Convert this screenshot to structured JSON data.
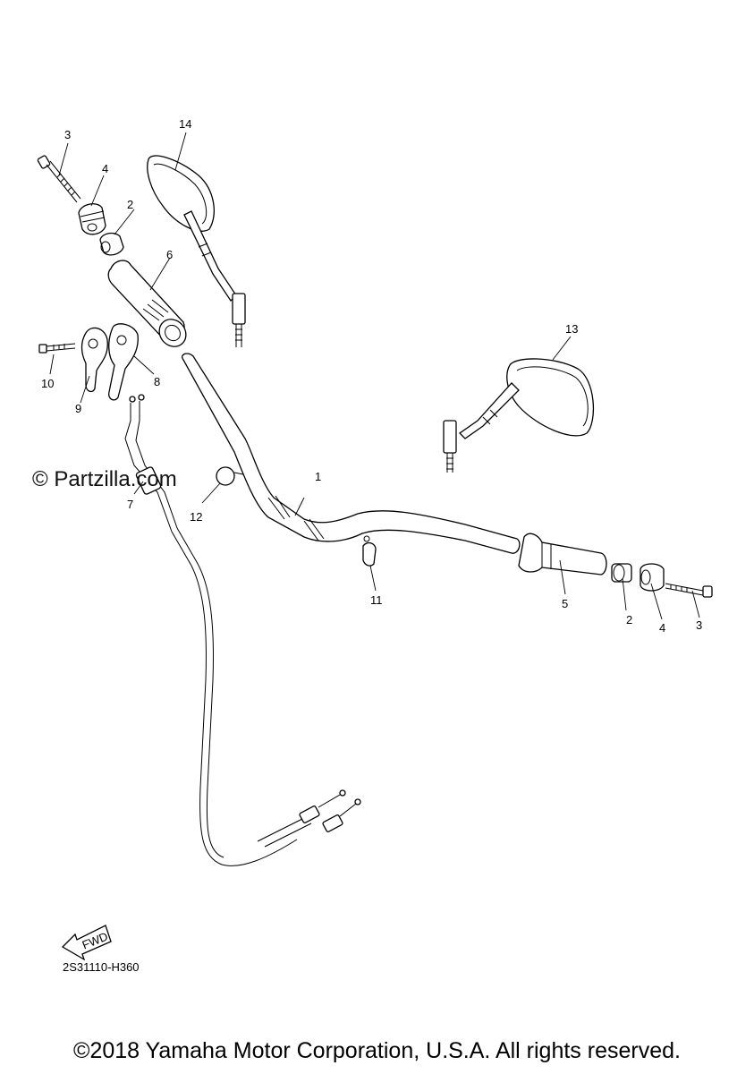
{
  "callouts": [
    {
      "id": "c1",
      "number": "1"
    },
    {
      "id": "c2a",
      "number": "2"
    },
    {
      "id": "c2b",
      "number": "2"
    },
    {
      "id": "c3a",
      "number": "3"
    },
    {
      "id": "c3b",
      "number": "3"
    },
    {
      "id": "c4a",
      "number": "4"
    },
    {
      "id": "c4b",
      "number": "4"
    },
    {
      "id": "c5",
      "number": "5"
    },
    {
      "id": "c6",
      "number": "6"
    },
    {
      "id": "c7",
      "number": "7"
    },
    {
      "id": "c8",
      "number": "8"
    },
    {
      "id": "c9",
      "number": "9"
    },
    {
      "id": "c10",
      "number": "10"
    },
    {
      "id": "c11",
      "number": "11"
    },
    {
      "id": "c12",
      "number": "12"
    },
    {
      "id": "c13",
      "number": "13"
    },
    {
      "id": "c14",
      "number": "14"
    }
  ],
  "watermark": "© Partzilla.com",
  "fwd_label": "FWD",
  "drawing_code": "2S31110-H360",
  "copyright": "©2018 Yamaha Motor Corporation, U.S.A. All rights reserved."
}
